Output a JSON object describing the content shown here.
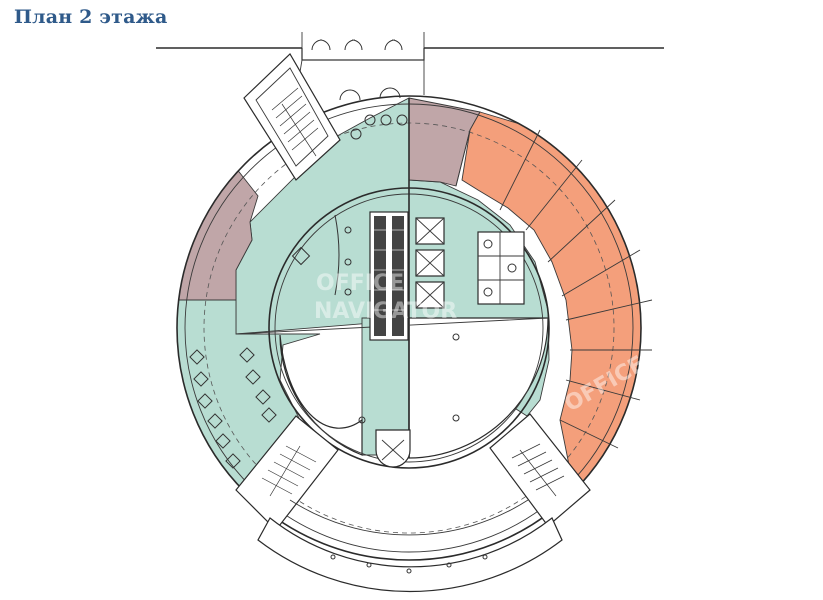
{
  "title": "План 2 этажа",
  "watermark": [
    "OFFICE",
    "NAVIGATOR"
  ],
  "colors": {
    "title": "#2f5a8a",
    "common_area": "#b8ddd2",
    "mauve_area": "#c0a6a8",
    "office_area": "#f49f7b"
  }
}
